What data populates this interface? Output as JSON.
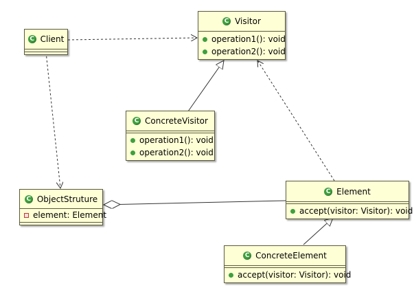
{
  "diagram": {
    "classes": [
      {
        "id": "visitor",
        "name": "Visitor",
        "attributes": [],
        "operations": [
          "operation1(): void",
          "operation2(): void"
        ]
      },
      {
        "id": "client",
        "name": "Client",
        "attributes": [],
        "operations": []
      },
      {
        "id": "concrete-visitor",
        "name": "ConcreteVisitor",
        "attributes": [],
        "operations": [
          "operation1(): void",
          "operation2(): void"
        ]
      },
      {
        "id": "object-struture",
        "name": "ObjectStruture",
        "attributes": [
          "element: Element"
        ],
        "operations": []
      },
      {
        "id": "element",
        "name": "Element",
        "attributes": [],
        "operations": [
          "accept(visitor: Visitor): void"
        ]
      },
      {
        "id": "concrete-element",
        "name": "ConcreteElement",
        "attributes": [],
        "operations": [
          "accept(visitor: Visitor): void"
        ]
      }
    ],
    "relations": [
      {
        "from": "client",
        "to": "visitor",
        "kind": "dependency"
      },
      {
        "from": "client",
        "to": "object-struture",
        "kind": "dependency"
      },
      {
        "from": "concrete-visitor",
        "to": "visitor",
        "kind": "generalization"
      },
      {
        "from": "element",
        "to": "visitor",
        "kind": "dependency"
      },
      {
        "from": "object-struture",
        "to": "element",
        "kind": "aggregation"
      },
      {
        "from": "concrete-element",
        "to": "element",
        "kind": "generalization"
      }
    ],
    "icon": "class-c-icon"
  }
}
